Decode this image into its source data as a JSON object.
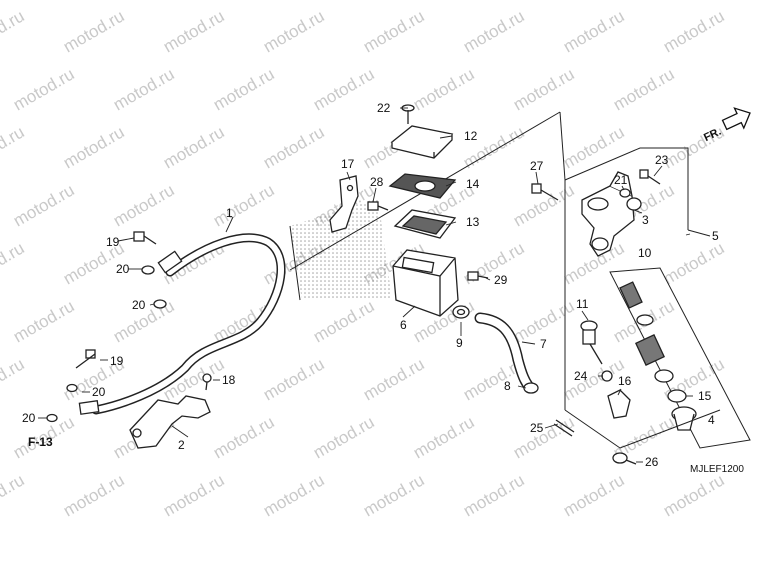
{
  "diagram": {
    "code": "MJLEF1200",
    "reference": "F-13",
    "direction": "FR.",
    "watermark": "motod.ru",
    "parts": [
      {
        "num": "1"
      },
      {
        "num": "2"
      },
      {
        "num": "3"
      },
      {
        "num": "4"
      },
      {
        "num": "5"
      },
      {
        "num": "6"
      },
      {
        "num": "7"
      },
      {
        "num": "8"
      },
      {
        "num": "9"
      },
      {
        "num": "10"
      },
      {
        "num": "11"
      },
      {
        "num": "12"
      },
      {
        "num": "13"
      },
      {
        "num": "14"
      },
      {
        "num": "15"
      },
      {
        "num": "16"
      },
      {
        "num": "17"
      },
      {
        "num": "18"
      },
      {
        "num": "19"
      },
      {
        "num": "19"
      },
      {
        "num": "20"
      },
      {
        "num": "20"
      },
      {
        "num": "20"
      },
      {
        "num": "20"
      },
      {
        "num": "21"
      },
      {
        "num": "22"
      },
      {
        "num": "23"
      },
      {
        "num": "24"
      },
      {
        "num": "25"
      },
      {
        "num": "26"
      },
      {
        "num": "27"
      },
      {
        "num": "28"
      },
      {
        "num": "29"
      }
    ]
  }
}
